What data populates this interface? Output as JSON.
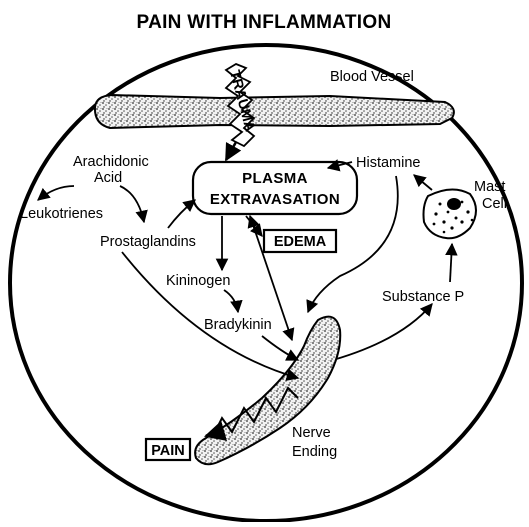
{
  "title": "PAIN WITH INFLAMMATION",
  "labels": {
    "blood_vessel": "Blood Vessel",
    "trauma": "TRAUMA",
    "arachidonic_line1": "Arachidonic",
    "arachidonic_line2": "Acid",
    "leukotrienes": "Leukotrienes",
    "prostaglandins": "Prostaglandins",
    "plasma_line1": "PLASMA",
    "plasma_line2": "EXTRAVASATION",
    "edema": "EDEMA",
    "histamine": "Histamine",
    "mast_line1": "Mast",
    "mast_line2": "Cell",
    "kininogen": "Kininogen",
    "bradykinin": "Bradykinin",
    "substance_p": "Substance P",
    "nerve_line1": "Nerve",
    "nerve_line2": "Ending",
    "pain": "PAIN"
  },
  "colors": {
    "ink": "#000000",
    "paper": "#ffffff",
    "stipple": "#9a9a9a"
  }
}
